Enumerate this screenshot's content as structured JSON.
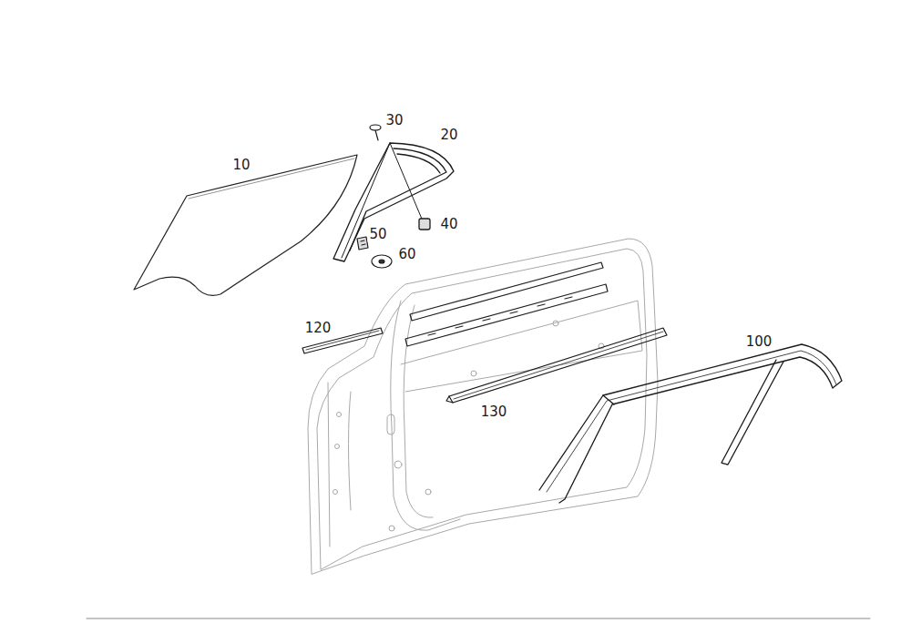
{
  "diagram": {
    "labels": [
      "10",
      "20",
      "30",
      "40",
      "50",
      "60",
      "100",
      "120",
      "130"
    ]
  }
}
